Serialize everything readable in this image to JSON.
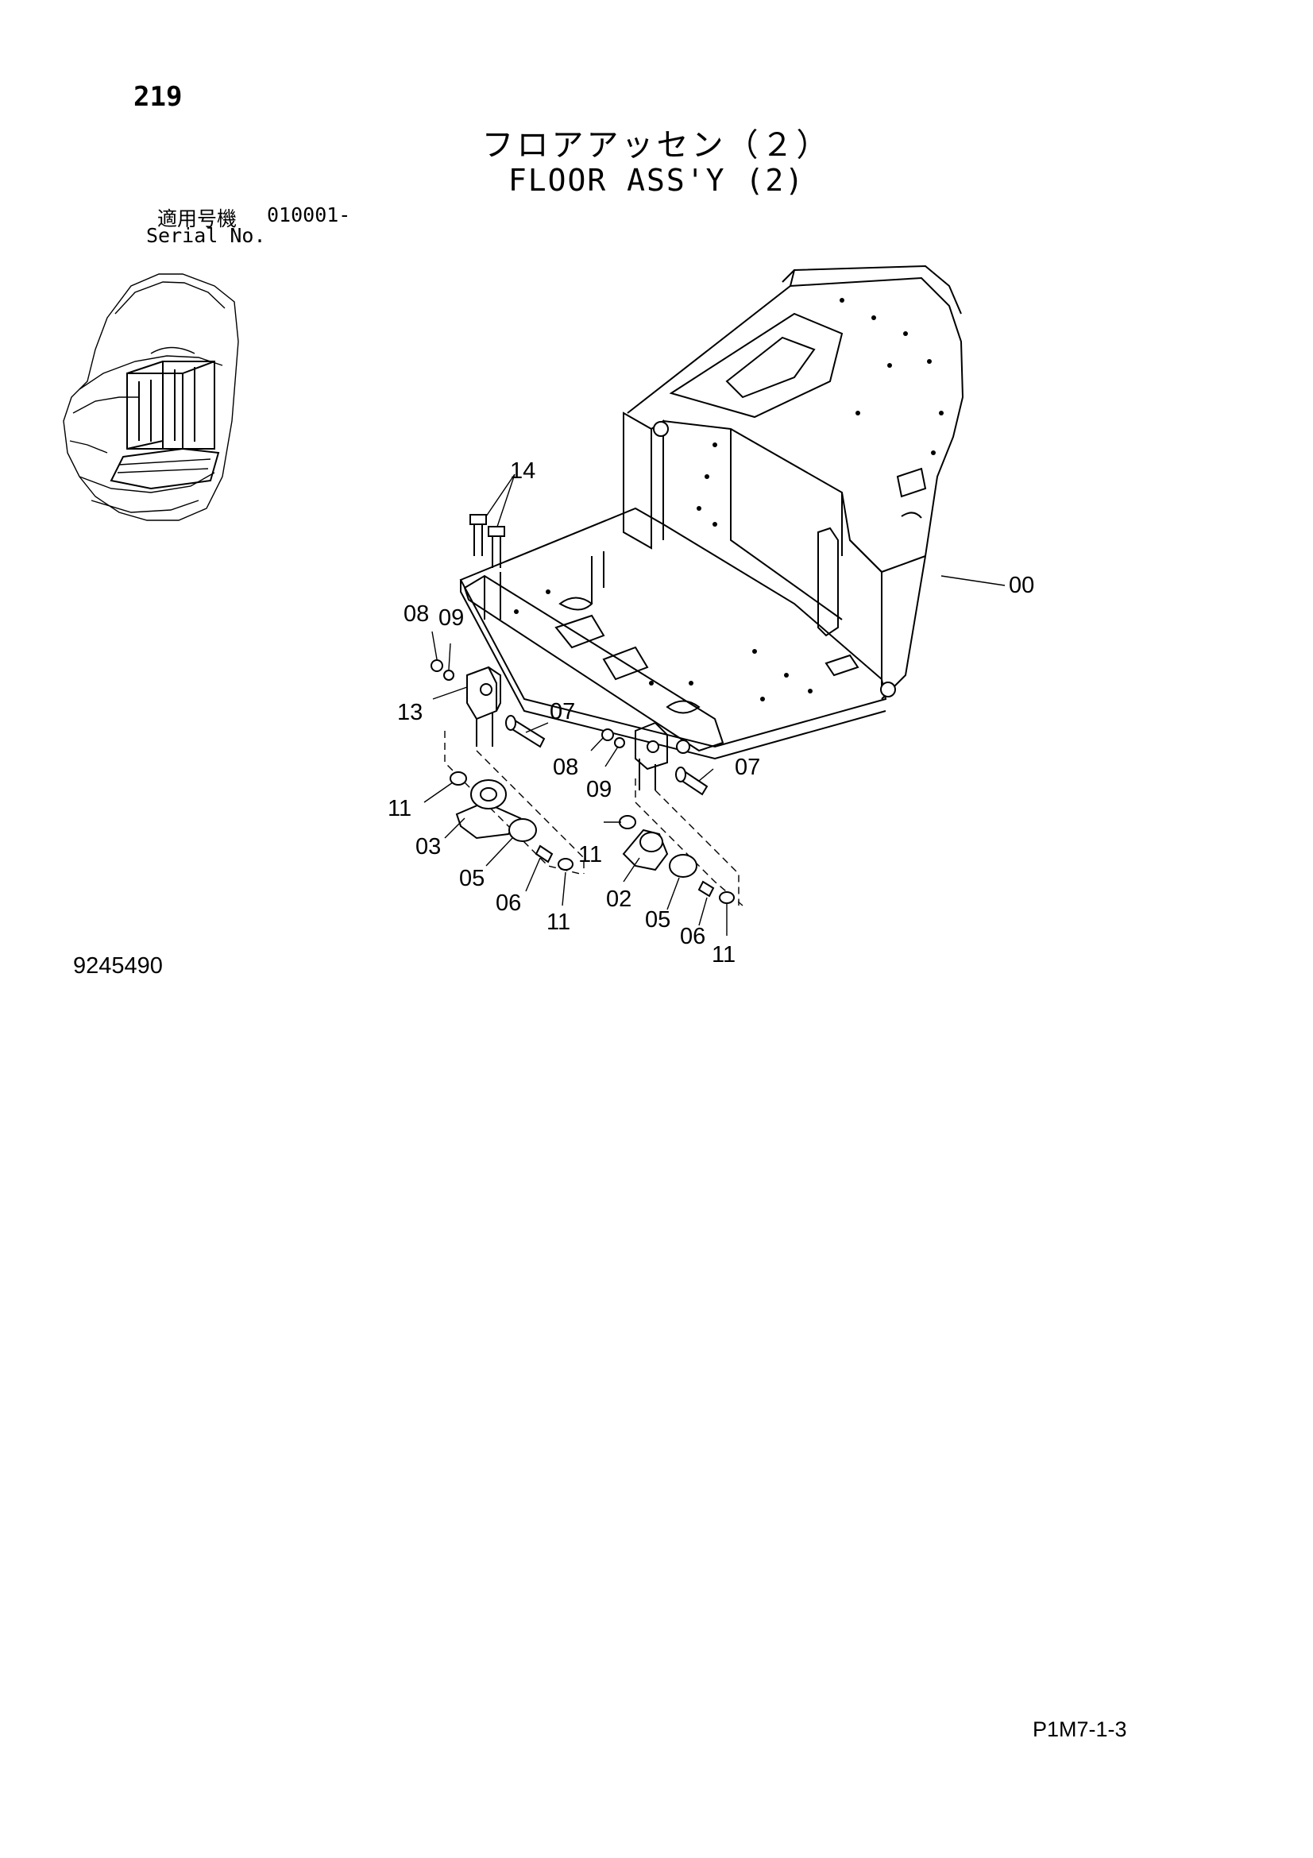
{
  "page_number": "219",
  "title_ja": "フロアアッセン（２）",
  "title_en": "FLOOR ASS'Y (2)",
  "serial_label_ja": "適用号機",
  "serial_value": "010001-",
  "serial_label_en": "Serial No.",
  "drawing_number": "9245490",
  "page_code": "P1M7-1-3",
  "callouts": {
    "c00": "00",
    "c02": "02",
    "c03": "03",
    "c05a": "05",
    "c05b": "05",
    "c06a": "06",
    "c06b": "06",
    "c07a": "07",
    "c07b": "07",
    "c08a": "08",
    "c08b": "08",
    "c09a": "09",
    "c09b": "09",
    "c11a": "11",
    "c11b": "11",
    "c11c": "11",
    "c11d": "11",
    "c13": "13",
    "c14": "14"
  }
}
